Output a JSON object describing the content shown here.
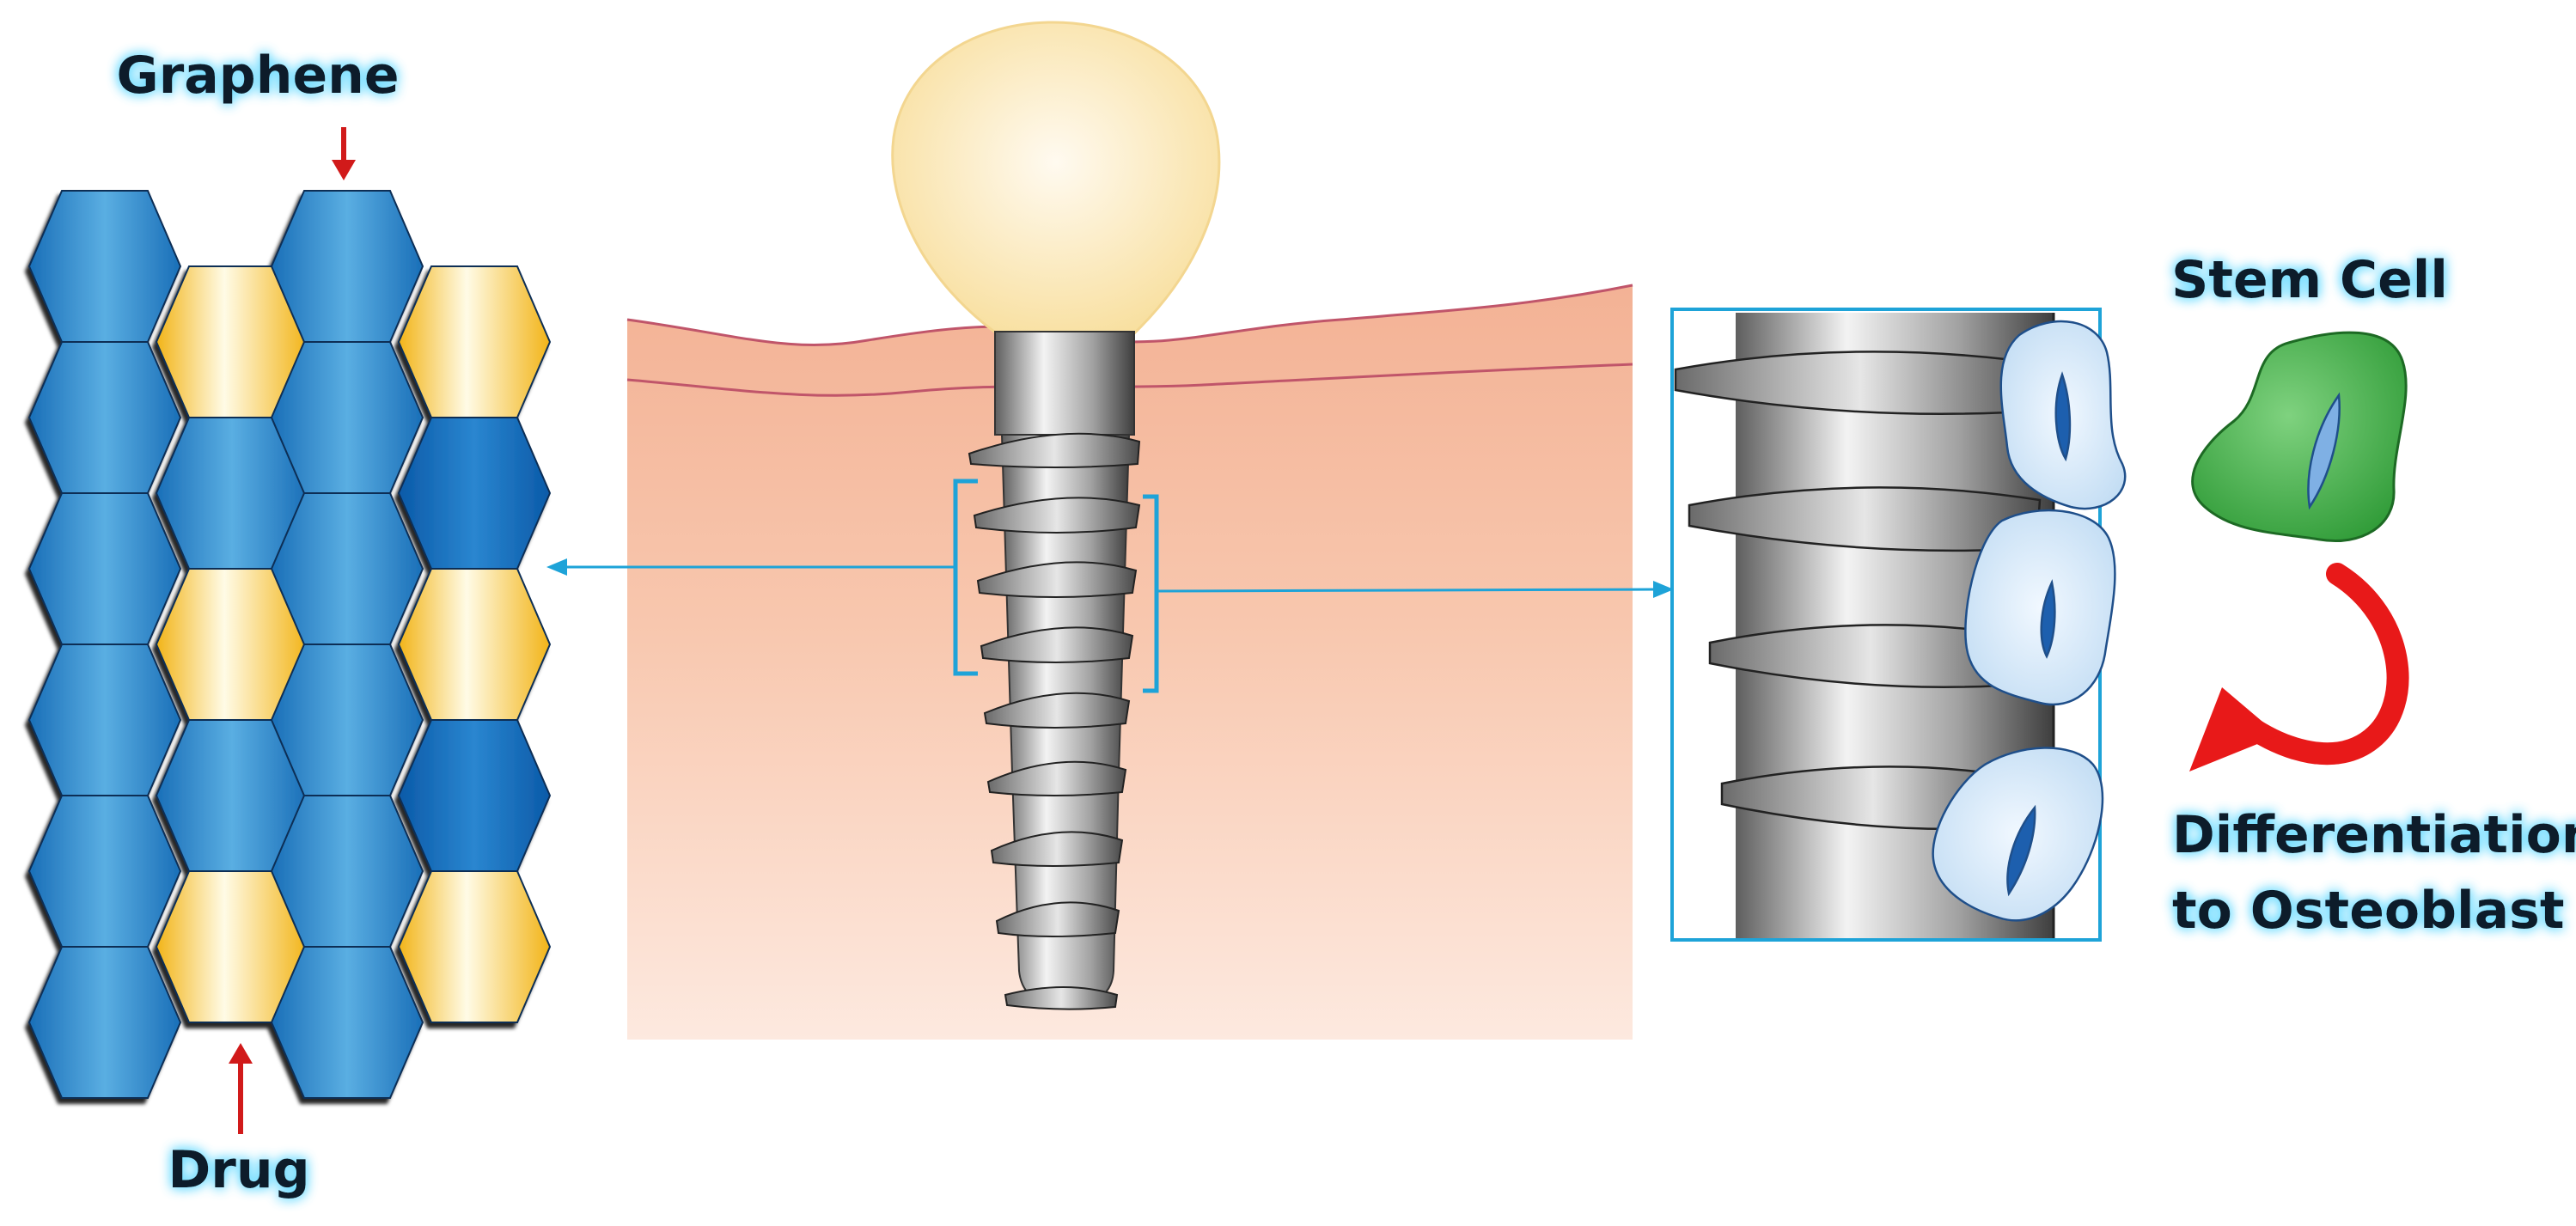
{
  "labels": {
    "graphene": "Graphene",
    "drug": "Drug",
    "stem_cell": "Stem Cell",
    "differentiation_line1": "Differentiation",
    "differentiation_line2": "to Osteoblast"
  },
  "colors": {
    "graphene_blue": "#1f7fc7",
    "drug_yellow": "#f4c21c",
    "label_glow": "#6fdcff",
    "pointer_arrow": "#d11a1a",
    "connector_line": "#1ea3d8",
    "tissue": "#f7b89a",
    "gum_line": "#c0556a",
    "crown": "#fbe6ad",
    "implant_metal": "#8a8a8a",
    "stem_cell": "#4bb04b",
    "osteoblast": "#cfe6f8",
    "differentiation_arrow": "#e81919"
  },
  "icons": [
    "pointer-arrow-icon",
    "curved-arrow-icon"
  ]
}
